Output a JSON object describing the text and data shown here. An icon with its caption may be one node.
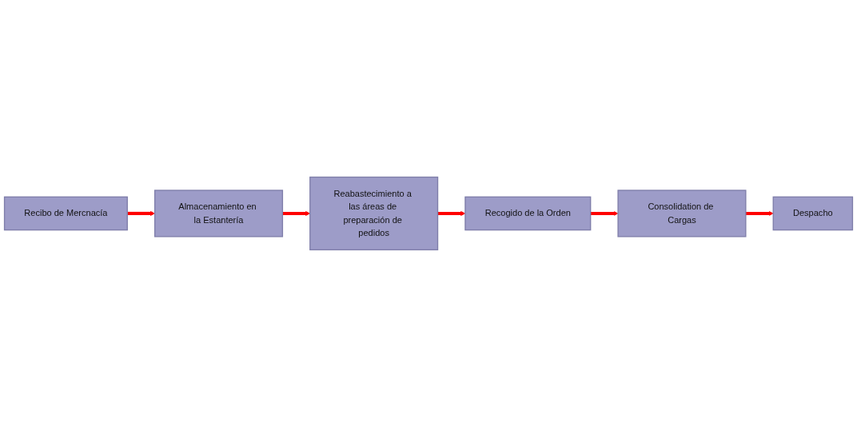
{
  "diagram": {
    "nodes": [
      {
        "text": [
          "Recibo de Mercnacía"
        ]
      },
      {
        "text": [
          "Almacenamiento en la Estantería"
        ]
      },
      {
        "text": [
          "Reabastecimiento a las áreas de preparación de pedidos"
        ]
      },
      {
        "text": [
          "Recogido de la Orden"
        ]
      },
      {
        "text": [
          "Consolidation de Cargas"
        ]
      },
      {
        "text": [
          "Despacho"
        ]
      }
    ],
    "edges": [
      {
        "from": 0,
        "to": 1,
        "arrow": "to"
      },
      {
        "from": 1,
        "to": 2,
        "arrow": "to"
      },
      {
        "from": 2,
        "to": 3,
        "arrow": "to"
      },
      {
        "from": 3,
        "to": 4,
        "arrow": "to"
      },
      {
        "from": 4,
        "to": 5,
        "arrow": "to"
      }
    ]
  }
}
